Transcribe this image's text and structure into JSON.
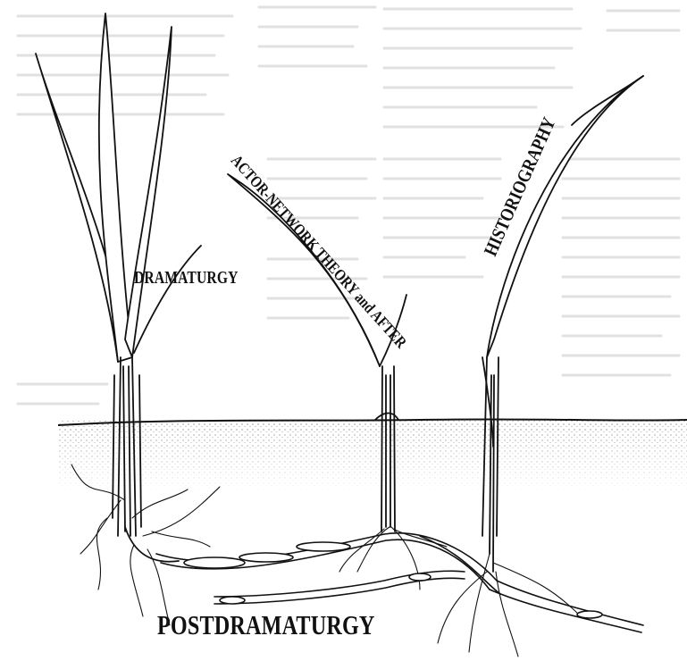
{
  "labels": {
    "dramaturgy": "DRAMATURGY",
    "actor_network": "ACTOR-NETWORK THEORY and AFTER",
    "historiography": "HISTORIOGRAPHY",
    "postdramaturgy": "POSTDRAMATURGY"
  },
  "colors": {
    "ink": "#111111",
    "paper": "#ffffff",
    "faded_text": "#d9d9d9",
    "soil_stipple": "#555555"
  }
}
